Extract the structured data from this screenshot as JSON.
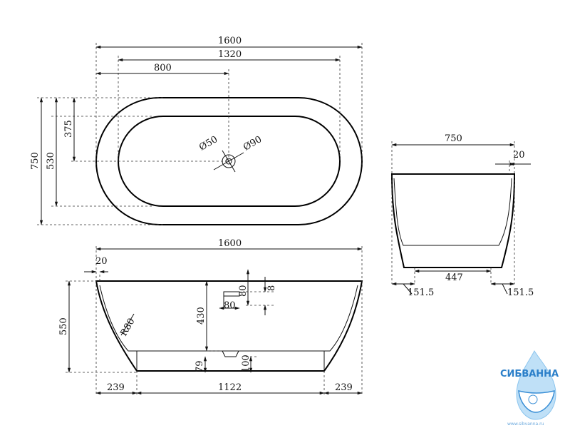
{
  "top_view": {
    "width_total": "1600",
    "width_inner": "1320",
    "width_to_drain": "800",
    "height_total": "750",
    "height_inner": "530",
    "height_to_drain": "375",
    "drain_inner": "Ø50",
    "drain_outer": "Ø90"
  },
  "front_view": {
    "width_total": "1600",
    "rim_offset": "20",
    "height_total": "550",
    "inner_depth": "430",
    "radius": "R80",
    "overflow_width": "80",
    "overflow_height": "80",
    "overflow_offset": "8",
    "drain_height": "79",
    "base_height": "100",
    "left_foot": "239",
    "base_width": "1122",
    "right_foot": "239"
  },
  "side_view": {
    "width_total": "750",
    "rim_thickness": "20",
    "base_width": "447",
    "left_offset": "151.5",
    "right_offset": "151.5"
  },
  "logo": {
    "name": "СИБВАННА",
    "url": "www.sibvanna.ru"
  },
  "colors": {
    "line": "#000000",
    "logo": "#2b7fc9"
  }
}
